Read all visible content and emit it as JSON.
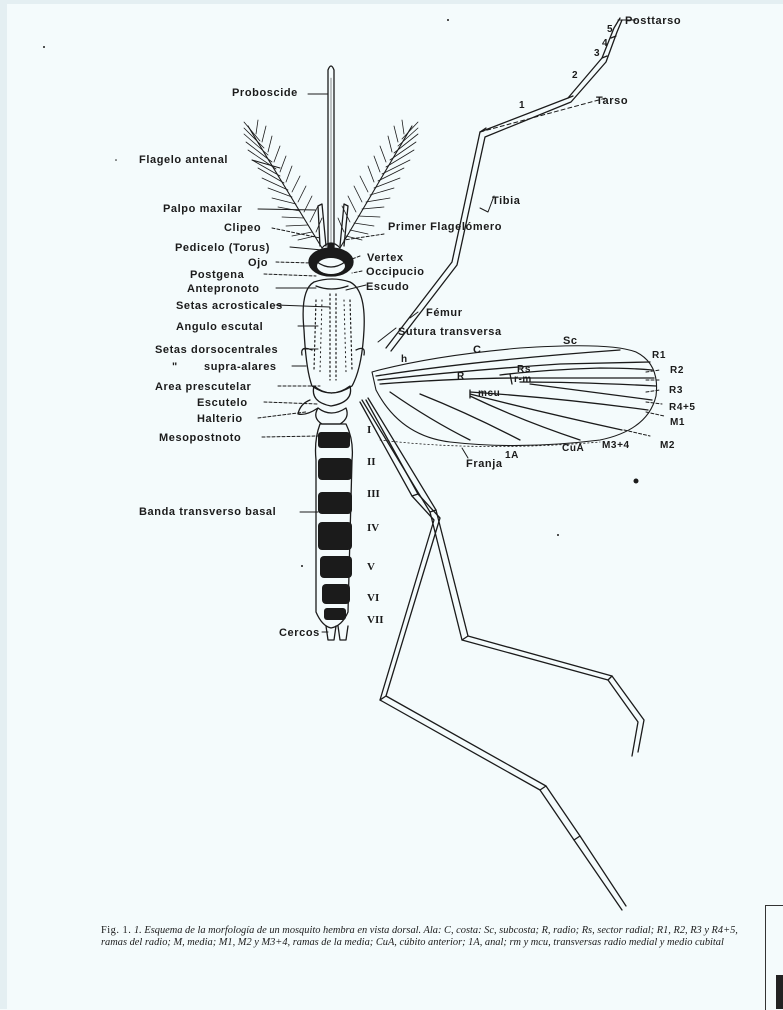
{
  "labels": {
    "posttarso": "Posttarso",
    "tarso": "Tarso",
    "tarsal_1": "1",
    "tarsal_2": "2",
    "tarsal_3": "3",
    "tarsal_4": "4",
    "tarsal_5": "5",
    "proboscide": "Proboscide",
    "flagelo_antenal": "Flagelo antenal",
    "palpo_maxilar": "Palpo maxilar",
    "clipeo": "Clipeo",
    "pedicelo": "Pedicelo (Torus)",
    "ojo": "Ojo",
    "postgena": "Postgena",
    "antepronoto": "Antepronoto",
    "setas_acrosticales": "Setas acrosticales",
    "angulo_escutal": "Angulo    escutal",
    "setas_dorsocentrales": "Setas dorsocentrales",
    "supra_alares": "supra-alares",
    "supra_alares_mark": "\"",
    "area_prescutelar": "Area prescutelar",
    "escutelo": "Escutelo",
    "halterio": "Halterio",
    "mesopostnoto": "Mesopostnoto",
    "banda_transverso_basal": "Banda transverso basal",
    "cercos": "Cercos",
    "tibia": "Tibia",
    "primer_flagelomero": "Primer Flagelómero",
    "vertex": "Vertex",
    "occipucio": "Occipucio",
    "escudo": "Escudo",
    "femur": "Fémur",
    "sutura_transversa": "Sutura transversa",
    "franja": "Franja",
    "wing_sc": "Sc",
    "wing_c": "C",
    "wing_h": "h",
    "wing_r": "R",
    "wing_rs": "Rs",
    "wing_rm": "r-m",
    "wing_mcu": "mcu",
    "wing_1a": "1A",
    "wing_cua": "CuA",
    "wing_m34": "M3+4",
    "wing_m2": "M2",
    "wing_m1": "M1",
    "wing_r45": "R4+5",
    "wing_r3": "R3",
    "wing_r2": "R2",
    "wing_r1": "R1"
  },
  "segments": [
    "I",
    "II",
    "III",
    "IV",
    "V",
    "VI",
    "VII"
  ],
  "caption": {
    "fig_label": "Fig. 1.",
    "text": "1. Esquema de la morfología de un mosquito hembra en vista dorsal. Ala: C, costa: Sc, subcosta; R, radio; Rs, sector radial; R1, R2, R3 y R4+5, ramas del radio; M, media; M1, M2 y M3+4, ramas de la media; CuA, cúbito anterior; 1A, anal; rm y mcu, transversas radio medial y medio cubital"
  },
  "colors": {
    "ink": "#1b1b1b",
    "paper": "#f4fbfc"
  }
}
